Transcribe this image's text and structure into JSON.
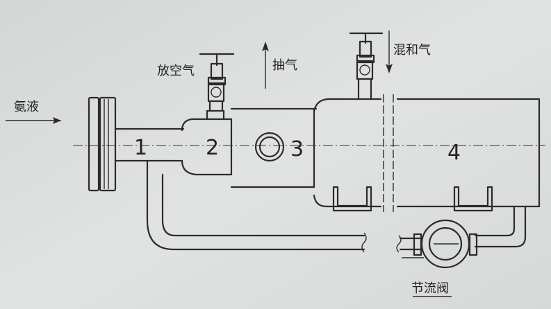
{
  "labels": {
    "ammonia_liquid": "氨液",
    "vent_gas": "放空气",
    "suction_gas": "抽气",
    "mixed_gas": "混和气",
    "throttle_valve": "节流阀"
  },
  "sections": {
    "s1": "1",
    "s2": "2",
    "s3": "3",
    "s4": "4"
  }
}
